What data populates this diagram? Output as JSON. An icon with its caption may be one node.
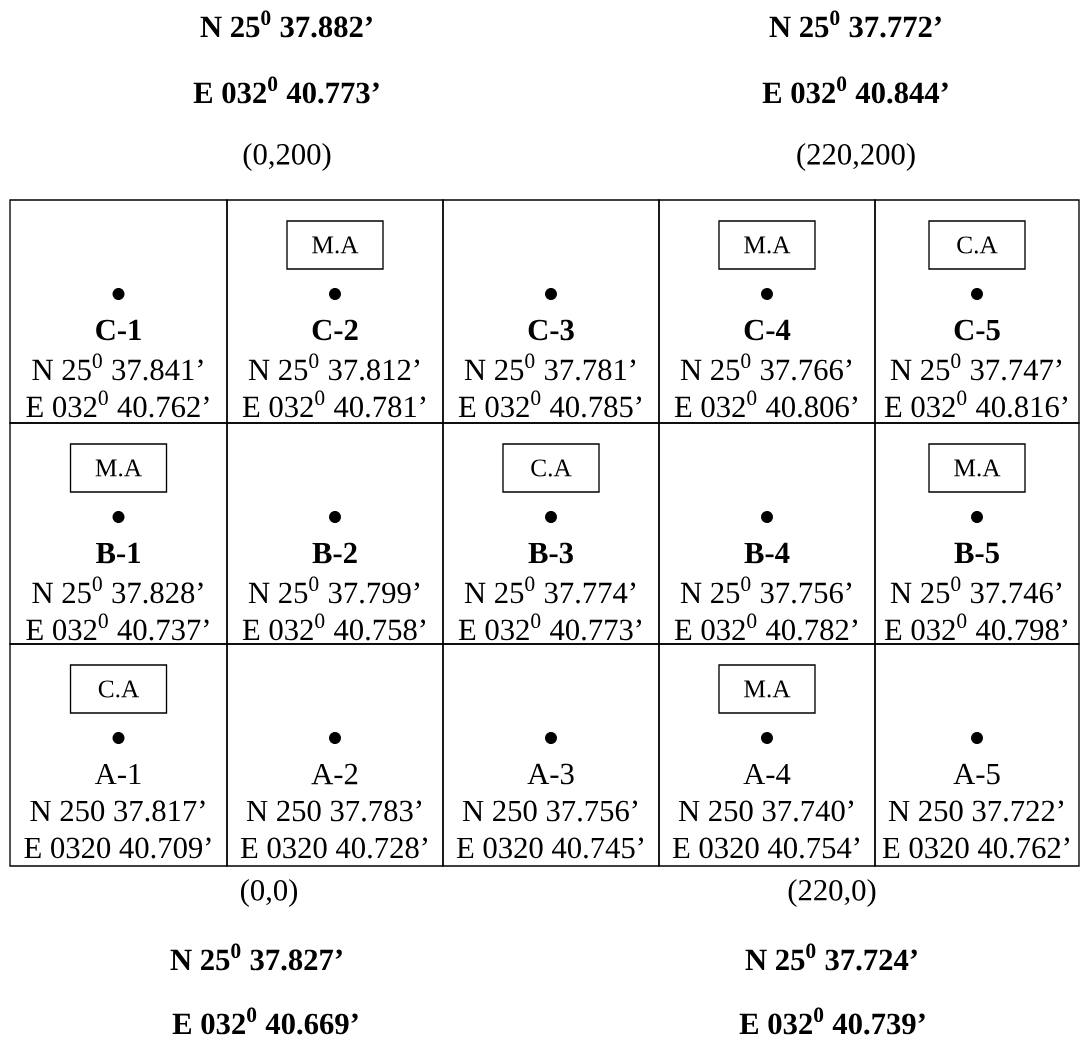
{
  "diagram": {
    "nodes": [
      {
        "text": [
          "C-1",
          "N 25$^{0}$ 37.841’",
          "E 032$^{0}$ 40.762’"
        ]
      },
      {
        "text": [
          "C-2",
          "N 25$^{0}$ 37.812’",
          "E 032$^{0}$ 40.781’"
        ]
      },
      {
        "text": [
          "M.A"
        ],
        "in": 1
      },
      {
        "text": [
          "C-3",
          "N 25$^{0}$ 37.781’",
          "E 032$^{0}$ 40.785’"
        ]
      },
      {
        "text": [
          "C-4",
          "N 25$^{0}$ 37.766’",
          "E 032$^{0}$ 40.806’"
        ]
      },
      {
        "text": [
          "M.A"
        ],
        "in": 4
      },
      {
        "text": [
          "C-5",
          "N 25$^{0}$ 37.747’",
          "E 032$^{0}$ 40.816’"
        ]
      },
      {
        "text": [
          "C.A"
        ],
        "in": 6
      },
      {
        "text": [
          "B-1",
          "N 25$^{0}$ 37.828’",
          "E 032$^{0}$ 40.737’"
        ]
      },
      {
        "text": [
          "M.A"
        ],
        "in": 8
      },
      {
        "text": [
          "B-2",
          "N 25$^{0}$ 37.799’",
          "E 032$^{0}$ 40.758’"
        ]
      },
      {
        "text": [
          "B-3",
          "N 25$^{0}$ 37.774’",
          "E 032$^{0}$ 40.773’"
        ]
      },
      {
        "text": [
          "C.A"
        ],
        "in": 11
      },
      {
        "text": [
          "B-4",
          "N 25$^{0}$ 37.756’",
          "E 032$^{0}$ 40.782’"
        ]
      },
      {
        "text": [
          "B-5",
          "N 25$^{0}$ 37.746’",
          "E 032$^{0}$ 40.798’"
        ]
      },
      {
        "text": [
          "M.A"
        ],
        "in": 14
      },
      {
        "text": [
          "A-1",
          "N 250 37.817’",
          "E 0320 40.709’"
        ]
      },
      {
        "text": [
          "C.A"
        ],
        "in": 16
      },
      {
        "text": [
          "A-2",
          "N 250 37.783’",
          "E 0320 40.728’"
        ]
      },
      {
        "text": [
          "A-3",
          "N 250 37.756’",
          "E 0320 40.745’"
        ]
      },
      {
        "text": [
          "A-4",
          "N 250 37.740’",
          "E 0320 40.754’"
        ]
      },
      {
        "text": [
          "M.A"
        ],
        "in": 20
      },
      {
        "text": [
          "A-5",
          "N 250 37.722’",
          "E 0320 40.762’"
        ]
      }
    ],
    "labels": [
      "N 25$^{0}$ 37.882’",
      "N 25$^{0}$ 37.772’",
      "E 032$^{0}$ 40.773’",
      "E 032$^{0}$ 40.844’",
      "(0,200)",
      "(220,200)",
      "(0,0)",
      "(220,0)",
      "N 25$^{0}$ 37.827’",
      "N 25$^{0}$ 37.724’",
      "E 032$^{0}$ 40.669’",
      "E 032$^{0}$ 40.739’"
    ]
  }
}
